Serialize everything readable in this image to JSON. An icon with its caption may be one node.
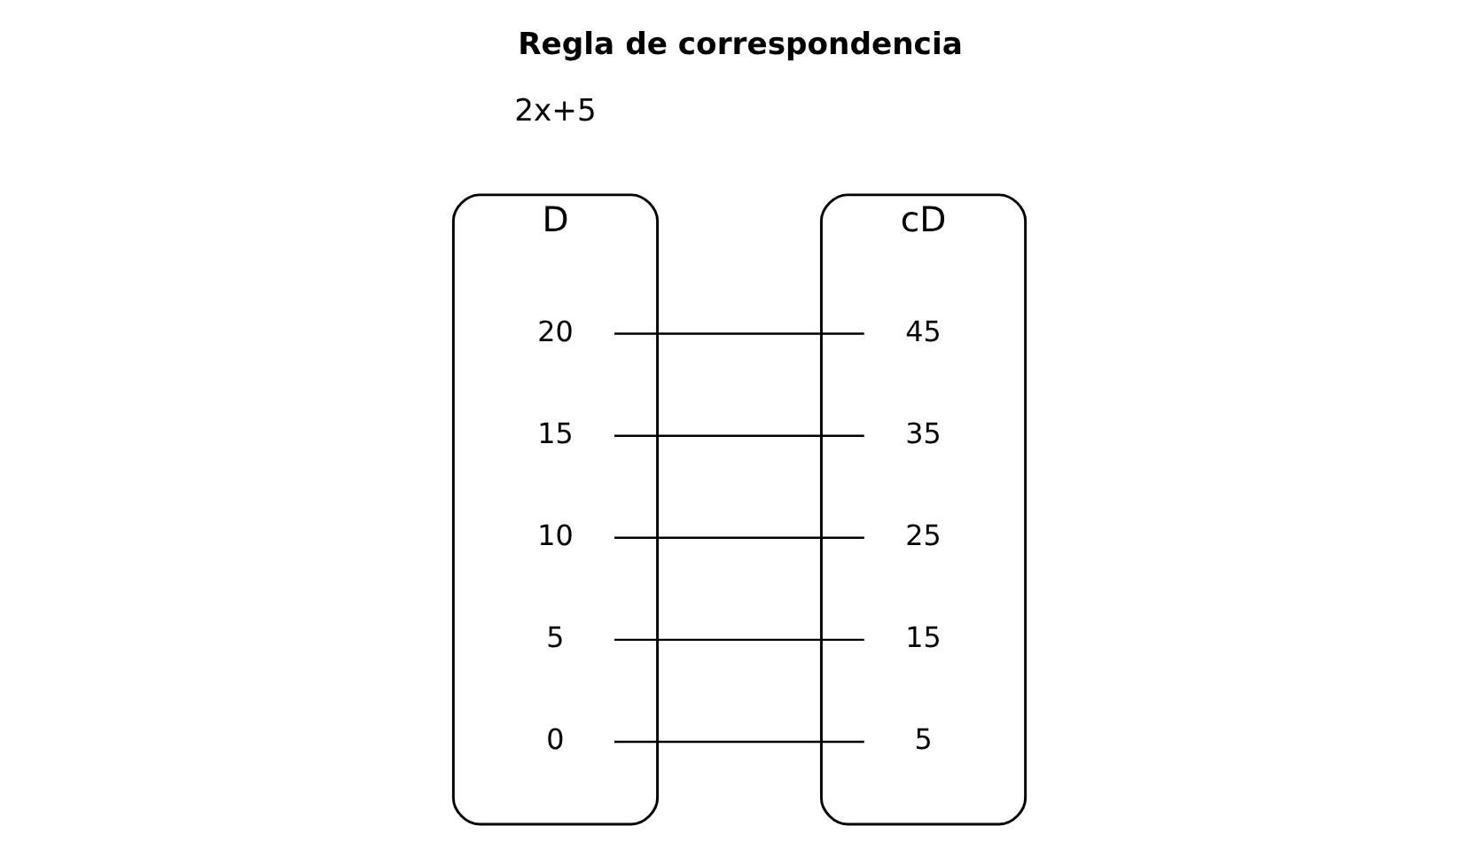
{
  "diagram": {
    "title": "Regla de correspondencia",
    "nodes": [
      {
        "text": [
          "D"
        ]
      },
      {
        "text": [
          "0"
        ],
        "in": 0
      },
      {
        "text": [
          "5"
        ],
        "in": 0
      },
      {
        "text": [
          "10"
        ],
        "in": 0
      },
      {
        "text": [
          "15"
        ],
        "in": 0
      },
      {
        "text": [
          "20"
        ],
        "in": 0
      },
      {
        "text": [
          "cD"
        ]
      },
      {
        "text": [
          "5"
        ],
        "in": 6
      },
      {
        "text": [
          "15"
        ],
        "in": 6
      },
      {
        "text": [
          "25"
        ],
        "in": 6
      },
      {
        "text": [
          "35"
        ],
        "in": 6
      },
      {
        "text": [
          "45"
        ],
        "in": 6
      }
    ],
    "edges": [
      {
        "from": 1,
        "to": 7,
        "arrow": "none"
      },
      {
        "from": 2,
        "to": 8,
        "arrow": "none"
      },
      {
        "from": 3,
        "to": 9,
        "arrow": "none"
      },
      {
        "from": 4,
        "to": 10,
        "arrow": "none"
      },
      {
        "from": 5,
        "to": 11,
        "arrow": "none"
      }
    ],
    "labels": [
      "2x+5"
    ]
  }
}
